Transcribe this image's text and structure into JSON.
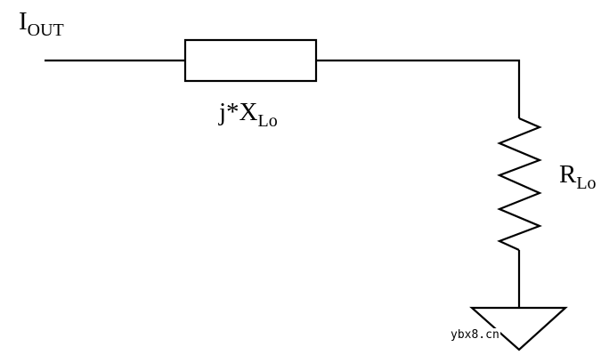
{
  "diagram": {
    "type": "circuit-schematic",
    "labels": {
      "source": {
        "main": "I",
        "sub": "OUT"
      },
      "reactance": {
        "main": "j*X",
        "sub": "Lo"
      },
      "resistor": {
        "main": "R",
        "sub": "Lo"
      }
    },
    "components": [
      {
        "kind": "input-wire",
        "label_ref": "source"
      },
      {
        "kind": "impedance-box",
        "label_ref": "reactance"
      },
      {
        "kind": "zigzag-resistor",
        "label_ref": "resistor"
      },
      {
        "kind": "ground-symbol"
      }
    ],
    "colors": {
      "stroke": "#000000",
      "background": "#ffffff"
    }
  },
  "watermark": "ybx8.cn"
}
